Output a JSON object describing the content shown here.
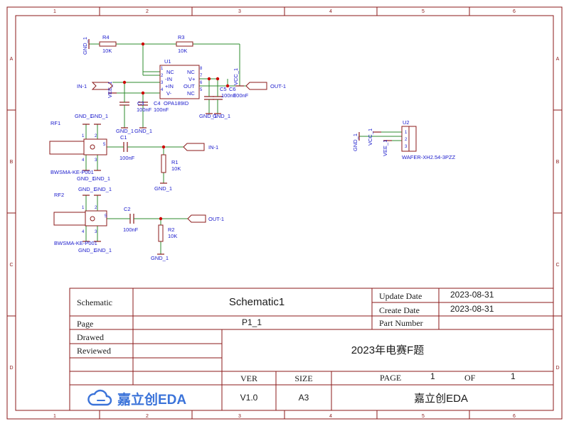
{
  "frame": {
    "columns": [
      "1",
      "2",
      "3",
      "4",
      "5",
      "6"
    ],
    "rows": [
      "A",
      "B",
      "C",
      "D"
    ]
  },
  "components": {
    "r4": {
      "ref": "R4",
      "value": "10K"
    },
    "r3": {
      "ref": "R3",
      "value": "10K"
    },
    "r1": {
      "ref": "R1",
      "value": "10K"
    },
    "r2": {
      "ref": "R2",
      "value": "10K"
    },
    "c1": {
      "ref": "C1",
      "value": "100nF"
    },
    "c2": {
      "ref": "C2",
      "value": "100nF"
    },
    "c3": {
      "ref": "C3",
      "value": "100nF"
    },
    "c4": {
      "ref": "C4",
      "value": "100nF"
    },
    "c5": {
      "ref": "C5",
      "value": "100nF"
    },
    "c6": {
      "ref": "C6",
      "value": "100nF"
    },
    "u1": {
      "ref": "U1",
      "part": "OPA189ID",
      "pins_left": [
        "NC",
        "-IN",
        "+IN",
        "V-"
      ],
      "pins_right": [
        "NC",
        "V+",
        "OUT",
        "NC"
      ],
      "pin_nums_left": [
        "1",
        "2",
        "3",
        "4"
      ],
      "pin_nums_right": [
        "8",
        "7",
        "6",
        "5"
      ]
    },
    "u2": {
      "ref": "U2",
      "part": "WAFER-XH2.54-3PZZ",
      "pin_nums": [
        "1",
        "2",
        "3"
      ]
    },
    "rf1": {
      "ref": "RF1",
      "part": "BWSMA-KE-P001",
      "pin_nums": [
        "1",
        "2",
        "3",
        "4",
        "5"
      ]
    },
    "rf2": {
      "ref": "RF2",
      "part": "BWSMA-KE-P001",
      "pin_nums": [
        "1",
        "2",
        "3",
        "4",
        "5"
      ]
    }
  },
  "nets": {
    "gnd": "GND_1",
    "vcc": "VCC_1",
    "vee": "VEE_1",
    "in": "IN-1",
    "out": "OUT-1"
  },
  "title_block": {
    "schematic_label": "Schematic",
    "schematic_value": "Schematic1",
    "update_date_label": "Update Date",
    "update_date": "2023-08-31",
    "create_date_label": "Create Date",
    "create_date": "2023-08-31",
    "page_label": "Page",
    "page_value": "P1_1",
    "part_number_label": "Part Number",
    "drawed_label": "Drawed",
    "reviewed_label": "Reviewed",
    "project_title": "2023年电赛F题",
    "ver_label": "VER",
    "size_label": "SIZE",
    "page_of_label": "PAGE",
    "page_num": "1",
    "of_label": "OF",
    "page_total": "1",
    "version": "V1.0",
    "size": "A3",
    "brand_logo_text": "嘉立创EDA",
    "company": "嘉立创EDA"
  },
  "colors": {
    "frame": "#8b1a1a",
    "wire": "#2e8b2e",
    "component": "#8b1a1a",
    "label": "#1a1acc",
    "junction": "#cc0000",
    "logo": "#3b73d9"
  }
}
